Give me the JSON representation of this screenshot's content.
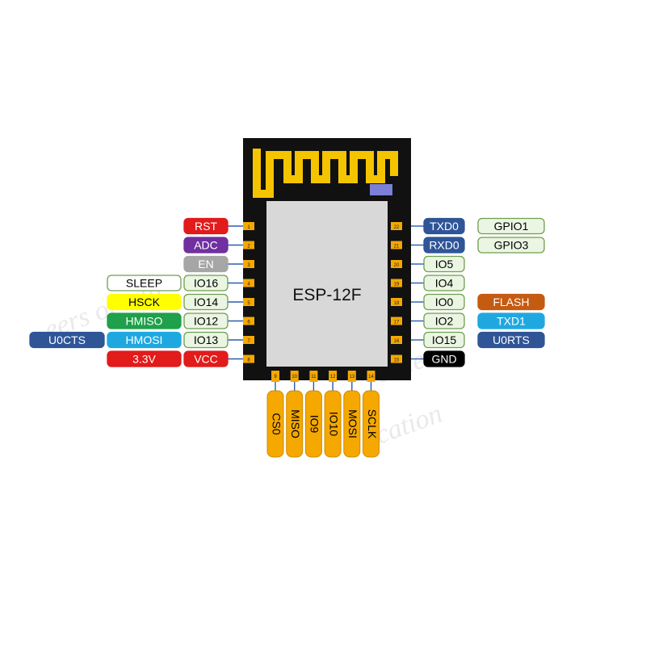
{
  "module": {
    "name": "ESP-12F",
    "watermark": [
      "eers of telli",
      "ence",
      "cation"
    ]
  },
  "colors": {
    "board": "#111111",
    "shield": "#d8d8d8",
    "antenna": "#f5c400",
    "pad": "#f5a800",
    "pin_box": "#eaf5e2",
    "pin_border": "#6f9e52",
    "rst": "#e21b1b",
    "adc": "#7030a0",
    "en": "#a6a6a6",
    "sleep": "#ffffff",
    "hsck": "#ffff00",
    "hmiso": "#1fa04a",
    "hmosi": "#1fa8e0",
    "u0cts": "#2f5597",
    "v33": "#e21b1b",
    "vcc": "#e21b1b",
    "txd0": "#2f5597",
    "rxd0": "#2f5597",
    "flash": "#c55a11",
    "txd1": "#1fa8e0",
    "u0rts": "#2f5597",
    "gnd": "#000000",
    "gpio": "#eaf5e2"
  },
  "left_pins": [
    {
      "number": "1",
      "labels": [
        {
          "text": "RST",
          "color": "rst",
          "text_color": "#ffffff"
        }
      ]
    },
    {
      "number": "2",
      "labels": [
        {
          "text": "ADC",
          "color": "adc",
          "text_color": "#ffffff"
        }
      ]
    },
    {
      "number": "3",
      "labels": [
        {
          "text": "EN",
          "color": "en",
          "text_color": "#ffffff"
        }
      ]
    },
    {
      "number": "4",
      "labels": [
        {
          "text": "IO16",
          "color": "gpio",
          "text_color": "#000000"
        },
        {
          "text": "SLEEP",
          "color": "sleep",
          "text_color": "#000000"
        }
      ]
    },
    {
      "number": "5",
      "labels": [
        {
          "text": "IO14",
          "color": "gpio",
          "text_color": "#000000"
        },
        {
          "text": "HSCK",
          "color": "hsck",
          "text_color": "#000000"
        }
      ]
    },
    {
      "number": "6",
      "labels": [
        {
          "text": "IO12",
          "color": "gpio",
          "text_color": "#000000"
        },
        {
          "text": "HMISO",
          "color": "hmiso",
          "text_color": "#ffffff"
        }
      ]
    },
    {
      "number": "7",
      "labels": [
        {
          "text": "IO13",
          "color": "gpio",
          "text_color": "#000000"
        },
        {
          "text": "HMOSI",
          "color": "hmosi",
          "text_color": "#ffffff"
        },
        {
          "text": "U0CTS",
          "color": "u0cts",
          "text_color": "#ffffff"
        }
      ]
    },
    {
      "number": "8",
      "labels": [
        {
          "text": "VCC",
          "color": "vcc",
          "text_color": "#ffffff"
        },
        {
          "text": "3.3V",
          "color": "v33",
          "text_color": "#ffffff"
        }
      ]
    }
  ],
  "right_pins": [
    {
      "number": "22",
      "labels": [
        {
          "text": "TXD0",
          "color": "txd0",
          "text_color": "#ffffff"
        },
        {
          "text": "GPIO1",
          "color": "gpio",
          "text_color": "#000000"
        }
      ]
    },
    {
      "number": "21",
      "labels": [
        {
          "text": "RXD0",
          "color": "rxd0",
          "text_color": "#ffffff"
        },
        {
          "text": "GPIO3",
          "color": "gpio",
          "text_color": "#000000"
        }
      ]
    },
    {
      "number": "20",
      "labels": [
        {
          "text": "IO5",
          "color": "gpio",
          "text_color": "#000000"
        }
      ]
    },
    {
      "number": "19",
      "labels": [
        {
          "text": "IO4",
          "color": "gpio",
          "text_color": "#000000"
        }
      ]
    },
    {
      "number": "18",
      "labels": [
        {
          "text": "IO0",
          "color": "gpio",
          "text_color": "#000000"
        },
        {
          "text": "FLASH",
          "color": "flash",
          "text_color": "#ffffff"
        }
      ]
    },
    {
      "number": "17",
      "labels": [
        {
          "text": "IO2",
          "color": "gpio",
          "text_color": "#000000"
        },
        {
          "text": "TXD1",
          "color": "txd1",
          "text_color": "#ffffff"
        }
      ]
    },
    {
      "number": "16",
      "labels": [
        {
          "text": "IO15",
          "color": "gpio",
          "text_color": "#000000"
        },
        {
          "text": "U0RTS",
          "color": "u0rts",
          "text_color": "#ffffff"
        }
      ]
    },
    {
      "number": "15",
      "labels": [
        {
          "text": "GND",
          "color": "gnd",
          "text_color": "#ffffff"
        }
      ]
    }
  ],
  "bottom_pins": [
    {
      "number": "9",
      "label": "CS0"
    },
    {
      "number": "10",
      "label": "MISO"
    },
    {
      "number": "11",
      "label": "IO9"
    },
    {
      "number": "12",
      "label": "IO10"
    },
    {
      "number": "13",
      "label": "MOSI"
    },
    {
      "number": "14",
      "label": "SCLK"
    }
  ]
}
